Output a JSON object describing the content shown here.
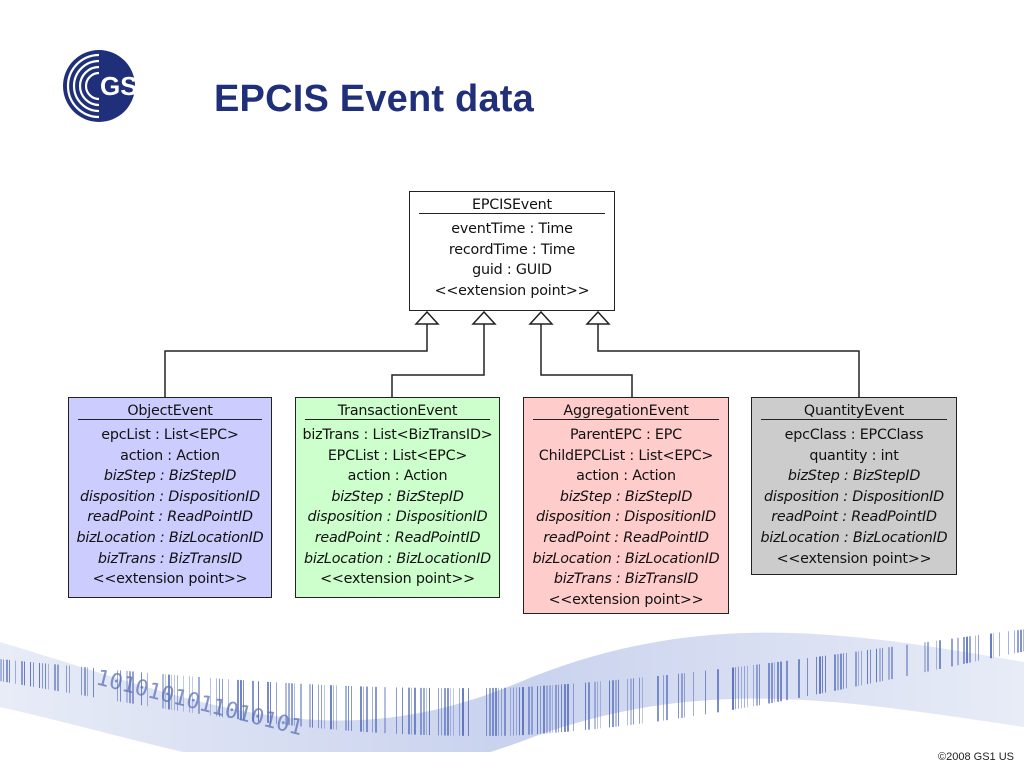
{
  "header": {
    "logo_text": "GS1",
    "title": "EPCIS Event data"
  },
  "colors": {
    "title": "#1f2f7a",
    "logo": "#1f2f7a",
    "object_fill": "#ccccff",
    "transaction_fill": "#ccffcc",
    "aggregation_fill": "#ffcccc",
    "quantity_fill": "#cccccc",
    "band_blue": "#4a63b5"
  },
  "diagram": {
    "parent": {
      "name": "EPCISEvent",
      "attributes": [
        {
          "text": "eventTime : Time",
          "italic": false
        },
        {
          "text": "recordTime : Time",
          "italic": false
        },
        {
          "text": "guid : GUID",
          "italic": false
        },
        {
          "text": "<<extension point>>",
          "italic": false
        }
      ]
    },
    "children": [
      {
        "name": "ObjectEvent",
        "attributes": [
          {
            "text": "epcList : List<EPC>",
            "italic": false
          },
          {
            "text": "action : Action",
            "italic": false
          },
          {
            "text": "bizStep : BizStepID",
            "italic": true
          },
          {
            "text": "disposition : DispositionID",
            "italic": true
          },
          {
            "text": "readPoint : ReadPointID",
            "italic": true
          },
          {
            "text": "bizLocation : BizLocationID",
            "italic": true
          },
          {
            "text": "bizTrans : BizTransID",
            "italic": true
          },
          {
            "text": "<<extension point>>",
            "italic": false
          }
        ]
      },
      {
        "name": "TransactionEvent",
        "attributes": [
          {
            "text": "bizTrans : List<BizTransID>",
            "italic": false
          },
          {
            "text": "EPCList : List<EPC>",
            "italic": false
          },
          {
            "text": "action : Action",
            "italic": false
          },
          {
            "text": "bizStep : BizStepID",
            "italic": true
          },
          {
            "text": "disposition : DispositionID",
            "italic": true
          },
          {
            "text": "readPoint : ReadPointID",
            "italic": true
          },
          {
            "text": "bizLocation : BizLocationID",
            "italic": true
          },
          {
            "text": "<<extension point>>",
            "italic": false
          }
        ]
      },
      {
        "name": "AggregationEvent",
        "attributes": [
          {
            "text": "ParentEPC : EPC",
            "italic": false
          },
          {
            "text": "ChildEPCList : List<EPC>",
            "italic": false
          },
          {
            "text": "action : Action",
            "italic": false
          },
          {
            "text": "bizStep : BizStepID",
            "italic": true
          },
          {
            "text": "disposition : DispositionID",
            "italic": true
          },
          {
            "text": "readPoint : ReadPointID",
            "italic": true
          },
          {
            "text": "bizLocation : BizLocationID",
            "italic": true
          },
          {
            "text": "bizTrans : BizTransID",
            "italic": true
          },
          {
            "text": "<<extension point>>",
            "italic": false
          }
        ]
      },
      {
        "name": "QuantityEvent",
        "attributes": [
          {
            "text": "epcClass : EPCClass",
            "italic": false
          },
          {
            "text": "quantity : int",
            "italic": false
          },
          {
            "text": "bizStep : BizStepID",
            "italic": true
          },
          {
            "text": "disposition : DispositionID",
            "italic": true
          },
          {
            "text": "readPoint : ReadPointID",
            "italic": true
          },
          {
            "text": "bizLocation : BizLocationID",
            "italic": true
          },
          {
            "text": "<<extension point>>",
            "italic": false
          }
        ]
      }
    ]
  },
  "footer": {
    "band_text": "1010101011010101",
    "copyright": "©2008 GS1 US"
  }
}
